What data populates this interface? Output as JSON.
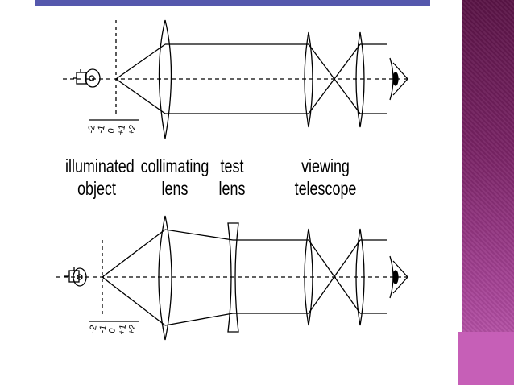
{
  "scale_ticks": [
    "-2",
    "-1",
    "0",
    "+1",
    "+2"
  ],
  "scale_ticks_bottom": [
    "-2",
    "-1",
    "0",
    "+1",
    "+2"
  ],
  "labels": {
    "illuminated_object": [
      "illuminated",
      "object"
    ],
    "collimating_lens": [
      "collimating",
      "lens"
    ],
    "test_lens": [
      "test",
      "lens"
    ],
    "viewing_telescope": [
      "viewing",
      "telescope"
    ]
  },
  "colors": {
    "top_bar": "#5558ad",
    "side_panel": "#7a2466",
    "side_tab": "#c65fb7"
  }
}
